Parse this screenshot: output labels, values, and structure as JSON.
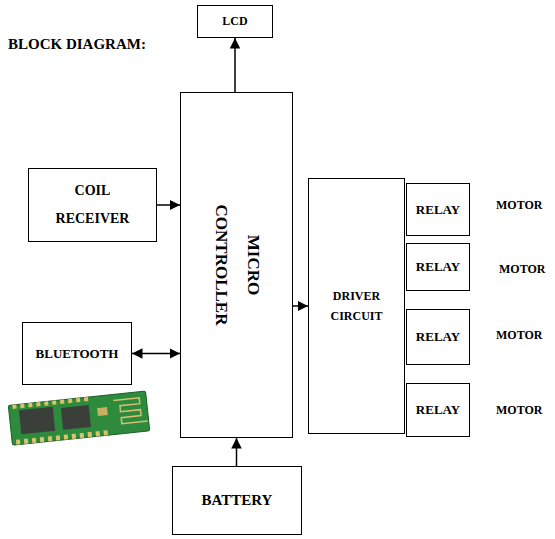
{
  "diagram": {
    "title": "BLOCK DIAGRAM:",
    "nodes": [
      {
        "text": [
          "LCD"
        ]
      },
      {
        "text": [
          "COIL RECEIVER"
        ]
      },
      {
        "text": [
          "MICRO CONTROLLER"
        ]
      },
      {
        "text": [
          "DRIVER CIRCUIT"
        ]
      },
      {
        "text": [
          "RELAY"
        ]
      },
      {
        "text": [
          "RELAY"
        ]
      },
      {
        "text": [
          "RELAY"
        ]
      },
      {
        "text": [
          "RELAY"
        ]
      },
      {
        "text": [
          "BLUETOOTH"
        ]
      },
      {
        "text": [
          "BATTERY"
        ]
      }
    ],
    "edges": [
      {
        "from": 2,
        "to": 0,
        "arrow": "to"
      },
      {
        "from": 1,
        "to": 2,
        "arrow": "to"
      },
      {
        "from": 8,
        "to": 2,
        "arrow": "both"
      },
      {
        "from": 2,
        "to": 3,
        "arrow": "to"
      },
      {
        "from": 9,
        "to": 2,
        "arrow": "to"
      }
    ],
    "labels": [
      "MOTOR",
      "MOTOR",
      "MOTOR",
      "MOTOR"
    ]
  }
}
